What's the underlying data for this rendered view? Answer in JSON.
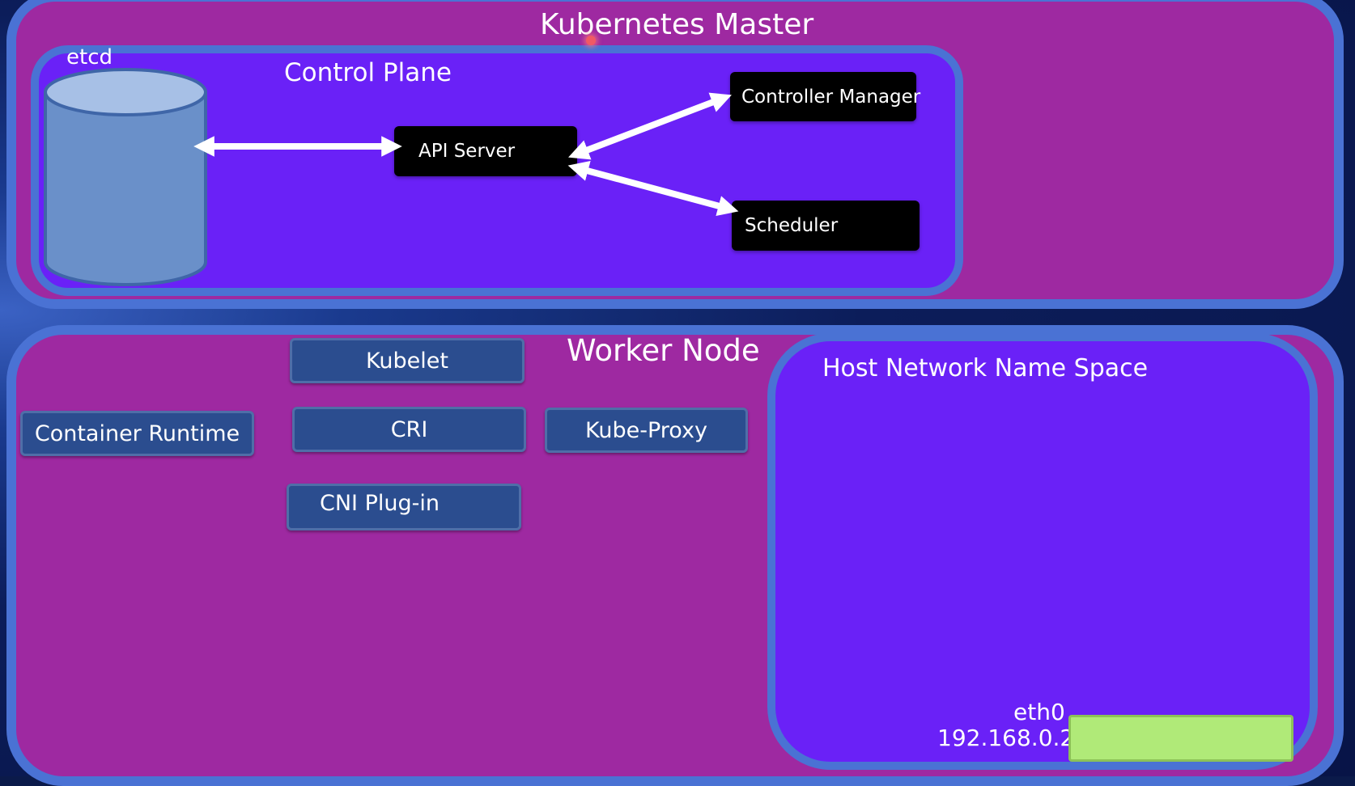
{
  "colors": {
    "background": "#0b1a4a",
    "region_fill": "#9e29a1",
    "region_border": "#4a72d4",
    "inner_fill": "#6a21f7",
    "component_black": "#000000",
    "component_blue": "#2b4d8f",
    "eth0_bar": "#b0ea78",
    "etcd_cylinder": "#6a90c9"
  },
  "master": {
    "title": "Kubernetes Master",
    "etcd_label": "etcd",
    "control_plane": {
      "title": "Control Plane",
      "api_server": "API Server",
      "controller_manager": "Controller Manager",
      "scheduler": "Scheduler"
    }
  },
  "worker": {
    "title": "Worker Node",
    "kubelet": "Kubelet",
    "cri": "CRI",
    "kube_proxy": "Kube-Proxy",
    "container_runtime": "Container Runtime",
    "cni_plugin": "CNI Plug-in",
    "host_network": {
      "title": "Host Network Name Space",
      "interface_name": "eth0",
      "ip_address": "192.168.0.2"
    }
  },
  "connections": [
    {
      "from": "etcd",
      "to": "API Server",
      "bidirectional": true
    },
    {
      "from": "API Server",
      "to": "Controller Manager",
      "bidirectional": true
    },
    {
      "from": "API Server",
      "to": "Scheduler",
      "bidirectional": true
    }
  ],
  "icons": [
    "database-cylinder-icon",
    "double-arrow-icon"
  ]
}
